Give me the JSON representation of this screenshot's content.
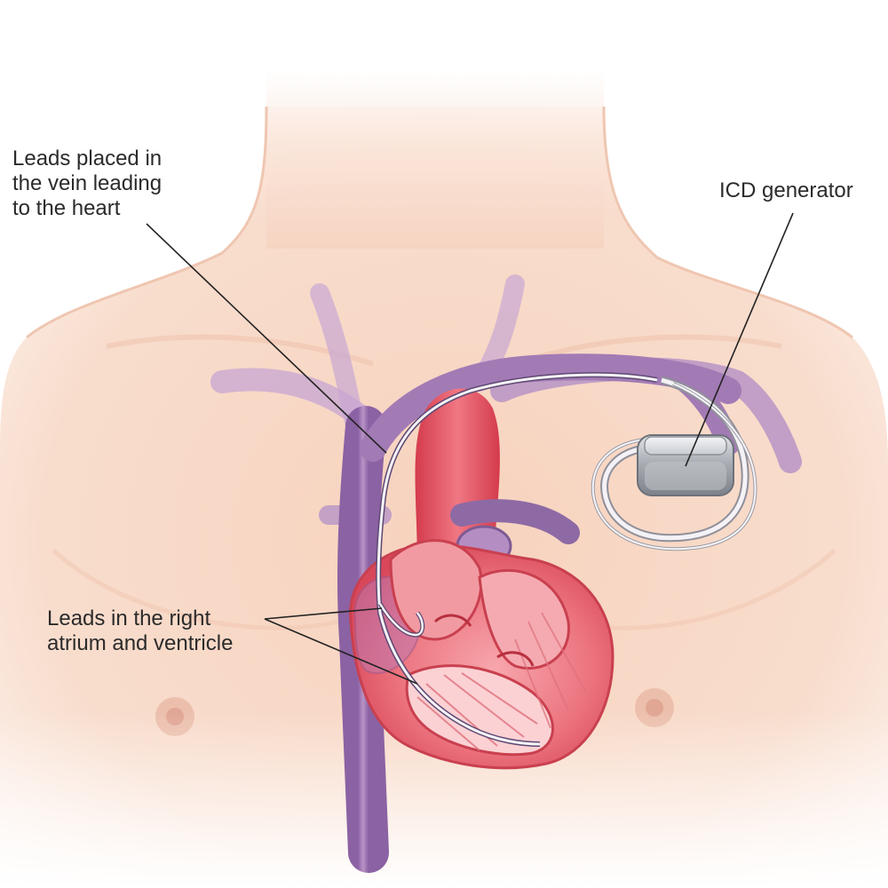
{
  "labels": {
    "leads_vein": [
      "Leads placed in",
      "the vein leading",
      "to the heart"
    ],
    "icd_generator": "ICD generator",
    "leads_chambers": [
      "Leads in the right",
      "atrium and ventricle"
    ]
  },
  "colors": {
    "skin": "#f6d6c2",
    "vein": "#a27bb5",
    "artery": "#e0414f",
    "heart": "#e86470",
    "lead_wire": "#f4f2f6",
    "device": "#b9bcc2",
    "pointer_line": "#222222"
  },
  "icons": [
    "torso-illustration",
    "heart-illustration",
    "icd-device-illustration"
  ]
}
